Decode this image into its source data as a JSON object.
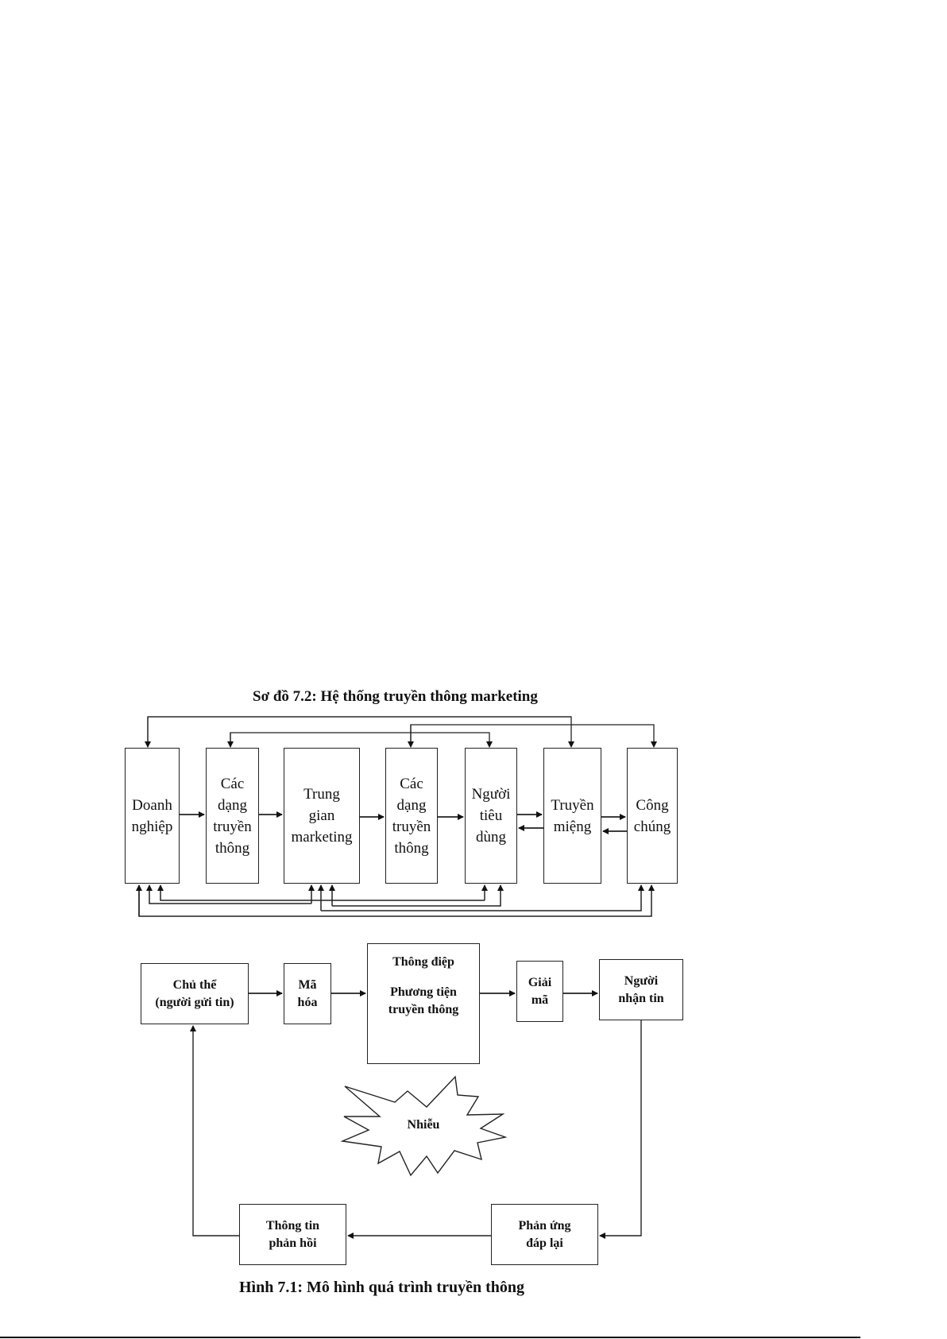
{
  "diagram1": {
    "title": "Sơ đồ 7.2:  Hệ thống truyền thông marketing",
    "boxes": [
      {
        "lines": [
          "Doanh",
          "nghiệp"
        ]
      },
      {
        "lines": [
          "Các",
          "dạng",
          "truyền",
          "thông"
        ]
      },
      {
        "lines": [
          "Trung",
          "gian",
          "marketing"
        ]
      },
      {
        "lines": [
          "Các",
          "dạng",
          "truyền",
          "thông"
        ]
      },
      {
        "lines": [
          "Người",
          "tiêu",
          "dùng"
        ]
      },
      {
        "lines": [
          "Truyền",
          "miệng"
        ]
      },
      {
        "lines": [
          "Công",
          "chúng"
        ]
      }
    ]
  },
  "diagram2": {
    "caption": "Hình 7.1: Mô hình quá trình truyền thông",
    "sender": {
      "lines": [
        "Chủ thể",
        "(người gửi tin)"
      ]
    },
    "encode": {
      "lines": [
        "Mã",
        "hóa"
      ]
    },
    "message": {
      "line1": "Thông điệp",
      "line2": "Phương tiện",
      "line3": "truyền thông"
    },
    "decode": {
      "lines": [
        "Giải",
        "mã"
      ]
    },
    "receiver": {
      "lines": [
        "Người",
        "nhận tin"
      ]
    },
    "noise": "Nhiễu",
    "response": {
      "lines": [
        "Phản ứng",
        "đáp lại"
      ]
    },
    "feedback": {
      "lines": [
        "Thông tin",
        "phản hồi"
      ]
    }
  }
}
